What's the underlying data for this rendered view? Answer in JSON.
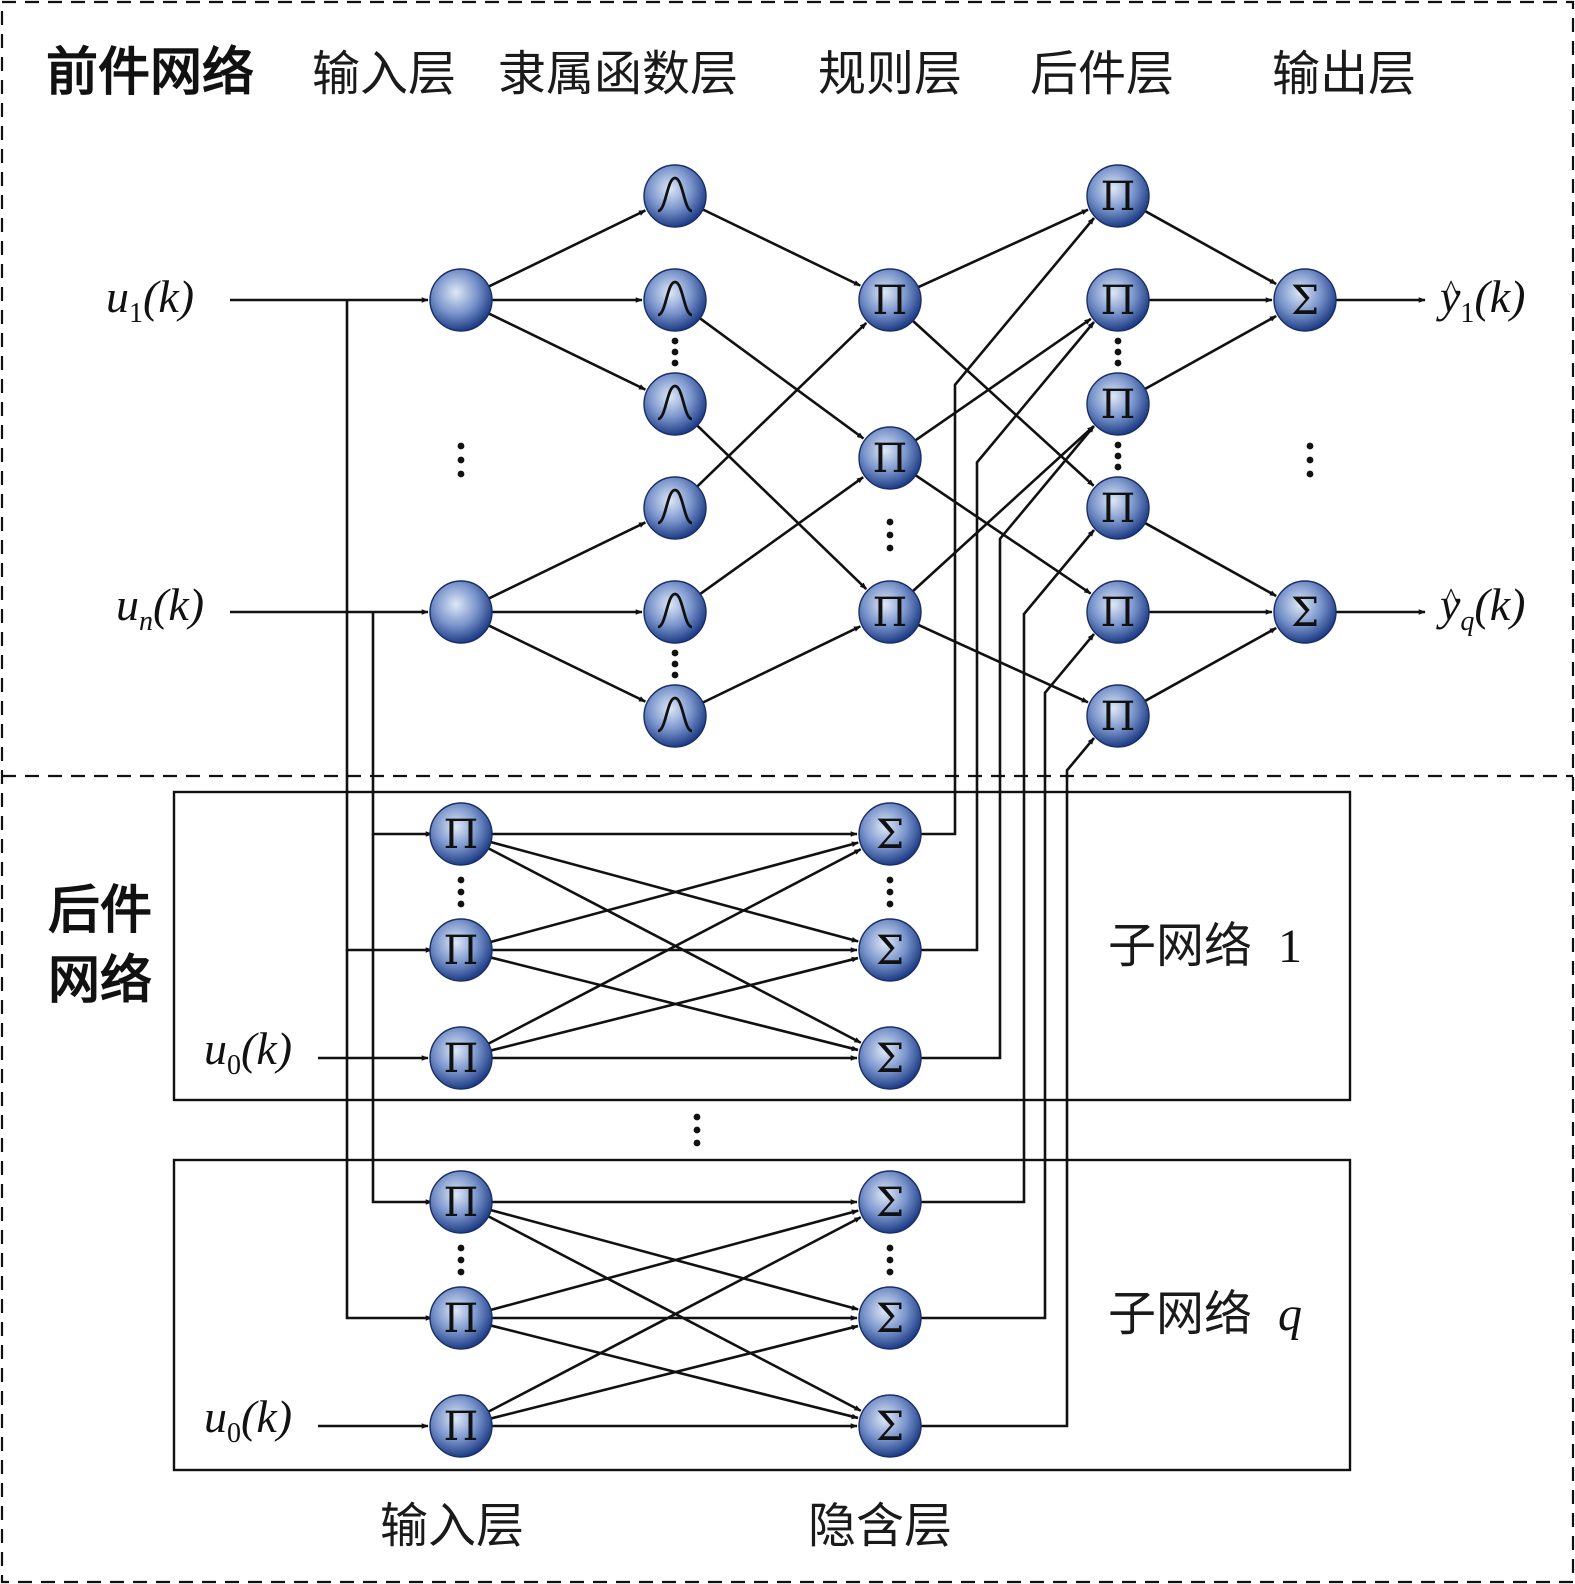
{
  "premise_network": {
    "title": "前件网络",
    "layer_labels": [
      "输入层",
      "隶属函数层",
      "规则层",
      "后件层",
      "输出层"
    ]
  },
  "consequent_network": {
    "title_line1": "后件",
    "title_line2": "网络",
    "input_layer_label": "输入层",
    "hidden_layer_label": "隐含层",
    "subnetworks": [
      {
        "label": "子网络",
        "index": "1"
      },
      {
        "label": "子网络",
        "index": "q"
      }
    ]
  },
  "inputs": {
    "u1": {
      "base": "u",
      "sub": "1",
      "arg": "(k)"
    },
    "un": {
      "base": "u",
      "sub": "n",
      "arg": "(k)"
    },
    "u0": {
      "base": "u",
      "sub": "0",
      "arg": "(k)"
    }
  },
  "outputs": {
    "y1": {
      "base": "y",
      "hat": "^",
      "sub": "1",
      "arg": "(k)"
    },
    "yq": {
      "base": "y",
      "hat": "^",
      "sub": "q",
      "arg": "(k)"
    }
  },
  "node_symbols": {
    "gaussian": "gaussian-bump",
    "product": "Π",
    "sum": "Σ"
  },
  "colors": {
    "node_light": "#dfe8f6",
    "node_mid": "#7a95cc",
    "node_dark": "#1f3d86",
    "line": "#111111"
  }
}
